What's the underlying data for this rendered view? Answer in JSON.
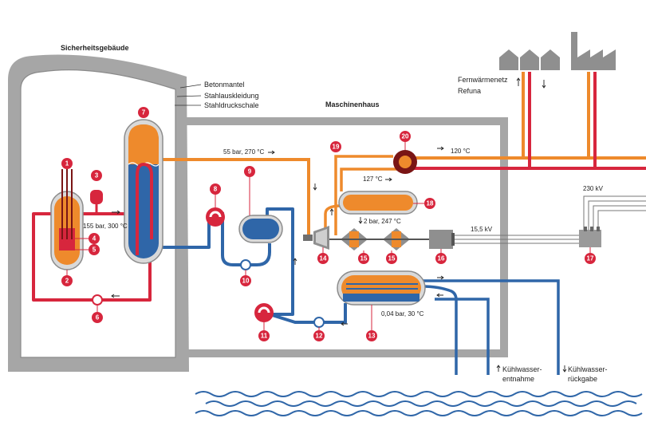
{
  "colors": {
    "red": "#d7263d",
    "orange": "#ee8a2c",
    "blue": "#2f66a8",
    "grey": "#a6a6a6",
    "dark_grey": "#6f6f6f",
    "circle_dark": "#7a1515"
  },
  "labels": {
    "safety_building": "Sicherheitsgebäude",
    "machine_house": "Maschinenhaus",
    "concrete_shell": "Betonmantel",
    "steel_lining": "Stahlauskleidung",
    "steel_pressure_shell": "Stahldruckschale",
    "district_heating_1": "Fernwärmenetz",
    "district_heating_2": "Refuna",
    "primary_condition": "155 bar, 300 °C",
    "steam_condition": "55 bar, 270 °C",
    "temp_127": "127 °C",
    "temp_120": "120 °C",
    "lp_condition": "2 bar, 247 °C",
    "condenser_condition": "0,04 bar, 30 °C",
    "voltage_15": "15,5 kV",
    "voltage_230": "230 kV",
    "cooling_intake_1": "Kühlwasser-",
    "cooling_intake_2": "entnahme",
    "cooling_return_1": "Kühlwasser-",
    "cooling_return_2": "rückgabe"
  },
  "markers": {
    "m1": "1",
    "m2": "2",
    "m3": "3",
    "m4": "4",
    "m5": "5",
    "m6": "6",
    "m7": "7",
    "m8": "8",
    "m9": "9",
    "m10": "10",
    "m11": "11",
    "m12": "12",
    "m13": "13",
    "m14": "14",
    "m15a": "15",
    "m15b": "15",
    "m16": "16",
    "m17": "17",
    "m18": "18",
    "m19": "19",
    "m20": "20"
  },
  "icons": [
    "houses-icon",
    "factory-icon",
    "flow-arrow-icon",
    "pump-icon",
    "water-waves-icon"
  ]
}
